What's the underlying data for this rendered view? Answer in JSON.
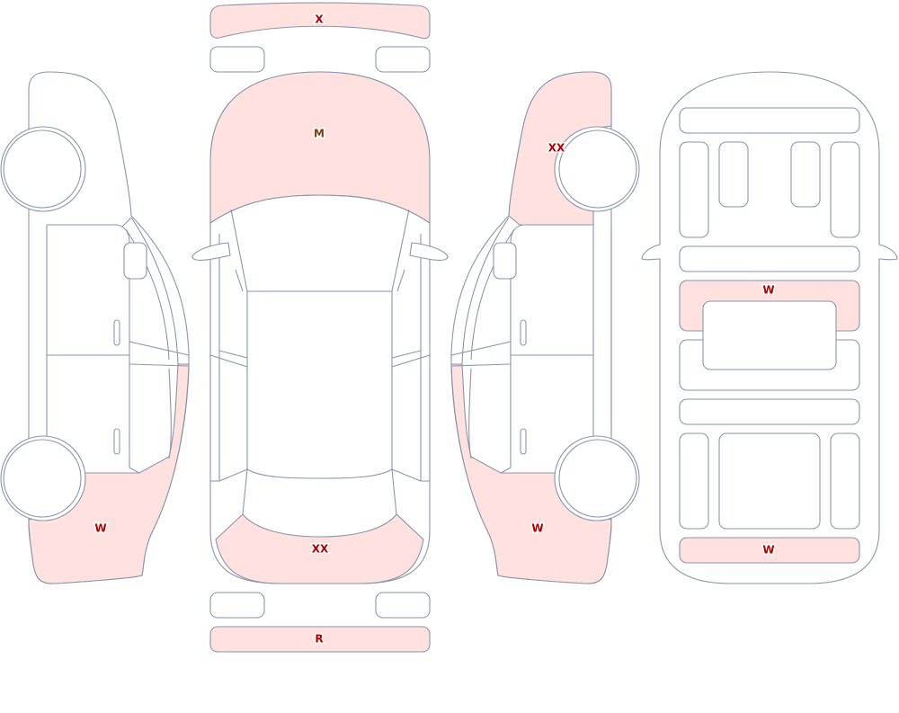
{
  "colors": {
    "outline": "#8a96ab",
    "damage_fill": "#ffe1df",
    "panel_fill": "#ffffff",
    "label_red": "#b00000",
    "label_brown": "#7a3a10"
  },
  "damage_labels": {
    "front_bumper": "X",
    "hood": "M",
    "rear_bumper_top": "XX",
    "rear_bumper": "R",
    "left_rear_quarter": "W",
    "right_front_fender": "XX",
    "right_rear_quarter": "W",
    "underside_middle": "W",
    "underside_rear": "W"
  }
}
